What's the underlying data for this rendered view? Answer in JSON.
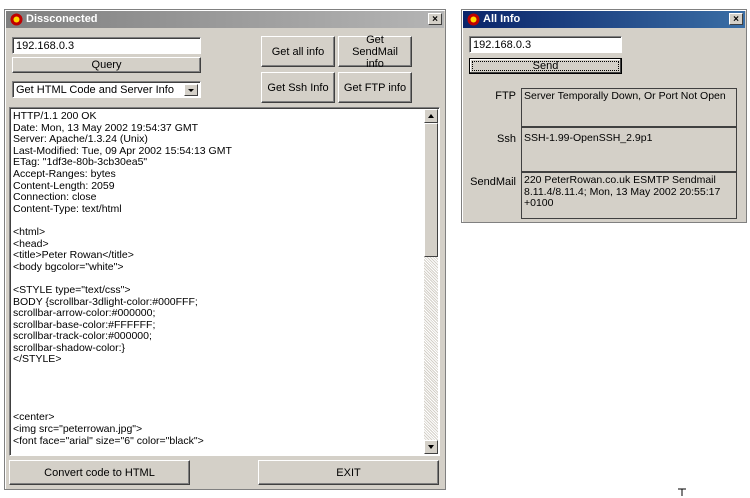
{
  "main_window": {
    "title": "Dissconected",
    "icon": "app-icon",
    "close_label": "×",
    "ip_value": "192.168.0.3",
    "query_label": "Query",
    "combo_value": "Get HTML Code and Server Info",
    "buttons": {
      "get_all": "Get all info",
      "get_sendmail": "Get SendMail info",
      "get_ssh": "Get Ssh Info",
      "get_ftp": "Get FTP info",
      "convert": "Convert code to HTML",
      "exit": "EXIT"
    },
    "output_text": "HTTP/1.1 200 OK\nDate: Mon, 13 May 2002 19:54:37 GMT\nServer: Apache/1.3.24 (Unix)\nLast-Modified: Tue, 09 Apr 2002 15:54:13 GMT\nETag: \"1df3e-80b-3cb30ea5\"\nAccept-Ranges: bytes\nContent-Length: 2059\nConnection: close\nContent-Type: text/html\n\n<html>\n<head>\n<title>Peter Rowan</title>\n<body bgcolor=\"white\">\n\n<STYLE type=\"text/css\">\nBODY {scrollbar-3dlight-color:#000FFF;\nscrollbar-arrow-color:#000000;\nscrollbar-base-color:#FFFFFF;\nscrollbar-track-color:#000000;\nscrollbar-shadow-color:}\n</STYLE>\n\n\n\n\n<center>\n<img src=\"peterrowan.jpg\">\n<font face=\"arial\" size=\"6\" color=\"black\">"
  },
  "info_window": {
    "title": "All Info",
    "close_label": "×",
    "ip_value": "192.168.0.3",
    "send_label": "Send",
    "ftp_label": "FTP",
    "ftp_value": "Server Temporally Down, Or Port Not Open",
    "ssh_label": "Ssh",
    "ssh_value": "SSH-1.99-OpenSSH_2.9p1",
    "sendmail_label": "SendMail",
    "sendmail_value": "220 PeterRowan.co.uk ESMTP Sendmail 8.11.4/8.11.4; Mon, 13 May 2002 20:55:17 +0100"
  },
  "colors": {
    "window_face": "#d4d0c8",
    "titlebar_inactive": "#808080",
    "titlebar_active": "#0a246a"
  }
}
